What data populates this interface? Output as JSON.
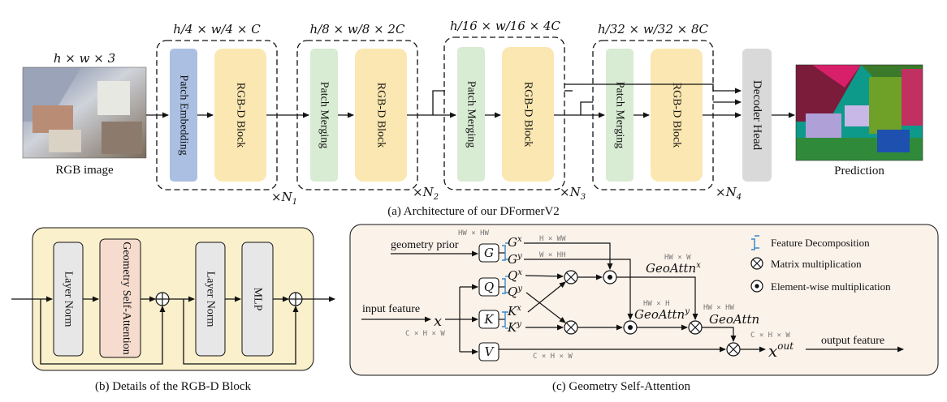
{
  "architecture": {
    "caption": "(a) Architecture of our DFormerV2",
    "input_dim": "h × w × 3",
    "input_label": "RGB image",
    "output_label": "Prediction",
    "decoder_label": "Decoder Head",
    "stages": [
      {
        "dim": "h/4 × w/4 × C",
        "left_label": "Patch Embedding",
        "block_label": "RGB-D Block",
        "repeat": "×N",
        "sub": "1"
      },
      {
        "dim": "h/8 × w/8 × 2C",
        "left_label": "Patch Merging",
        "block_label": "RGB-D Block",
        "repeat": "×N",
        "sub": "2"
      },
      {
        "dim": "h/16 × w/16 × 4C",
        "left_label": "Patch Merging",
        "block_label": "RGB-D Block",
        "repeat": "×N",
        "sub": "3"
      },
      {
        "dim": "h/32 × w/32 × 8C",
        "left_label": "Patch Merging",
        "block_label": "RGB-D Block",
        "repeat": "×N",
        "sub": "4"
      }
    ]
  },
  "block_details": {
    "caption": "(b) Details of the RGB-D Block",
    "layer_norm_1": "Layer Norm",
    "gsa": "Geometry Self-Attention",
    "layer_norm_2": "Layer Norm",
    "mlp": "MLP"
  },
  "gsa": {
    "caption": "(c) Geometry Self-Attention",
    "geometry_prior": "geometry prior",
    "input_feature": "input feature",
    "output_feature": "output feature",
    "x": "x",
    "x_out": "x",
    "x_out_sup": "out",
    "G": "G",
    "Q": "Q",
    "K": "K",
    "V": "V",
    "Gx": "G",
    "Gx_sup": "x",
    "Gy": "G",
    "Gy_sup": "y",
    "Qx": "Q",
    "Qx_sup": "x",
    "Qy": "Q",
    "Qy_sup": "y",
    "Kx": "K",
    "Kx_sup": "x",
    "Ky": "K",
    "Ky_sup": "y",
    "geoattn_x": "GeoAttn",
    "geoattn_x_sup": "x",
    "geoattn_y": "GeoAttn",
    "geoattn_y_sup": "y",
    "geoattn": "GeoAttn",
    "shape_hwhw_top": "HW × HW",
    "shape_hww": "H × WW",
    "shape_whh": "W × HH",
    "shape_hwxw": "HW × W",
    "shape_hwxh": "HW × H",
    "shape_hwhw_mid": "HW × HW",
    "shape_chw_in": "C × H × W",
    "shape_chw_v": "C × H × W",
    "shape_chw_out": "C × H × W",
    "legend": {
      "feature_decomposition": "Feature Decomposition",
      "matrix_mult": "Matrix multiplication",
      "elementwise_mult": "Element-wise multiplication"
    }
  },
  "colors": {
    "patch_embedding": "#aabfe2",
    "rgbd_block": "#fbe7b1",
    "patch_merging": "#d8ebd3",
    "decoder": "#d9d9d9",
    "panel_b_bg": "#fbf0cc",
    "panel_c_bg": "#fbf2ea",
    "layer_norm": "#e7e7e7",
    "gsa_box": "#f6dccf",
    "accent_blue": "#3a87c8"
  }
}
